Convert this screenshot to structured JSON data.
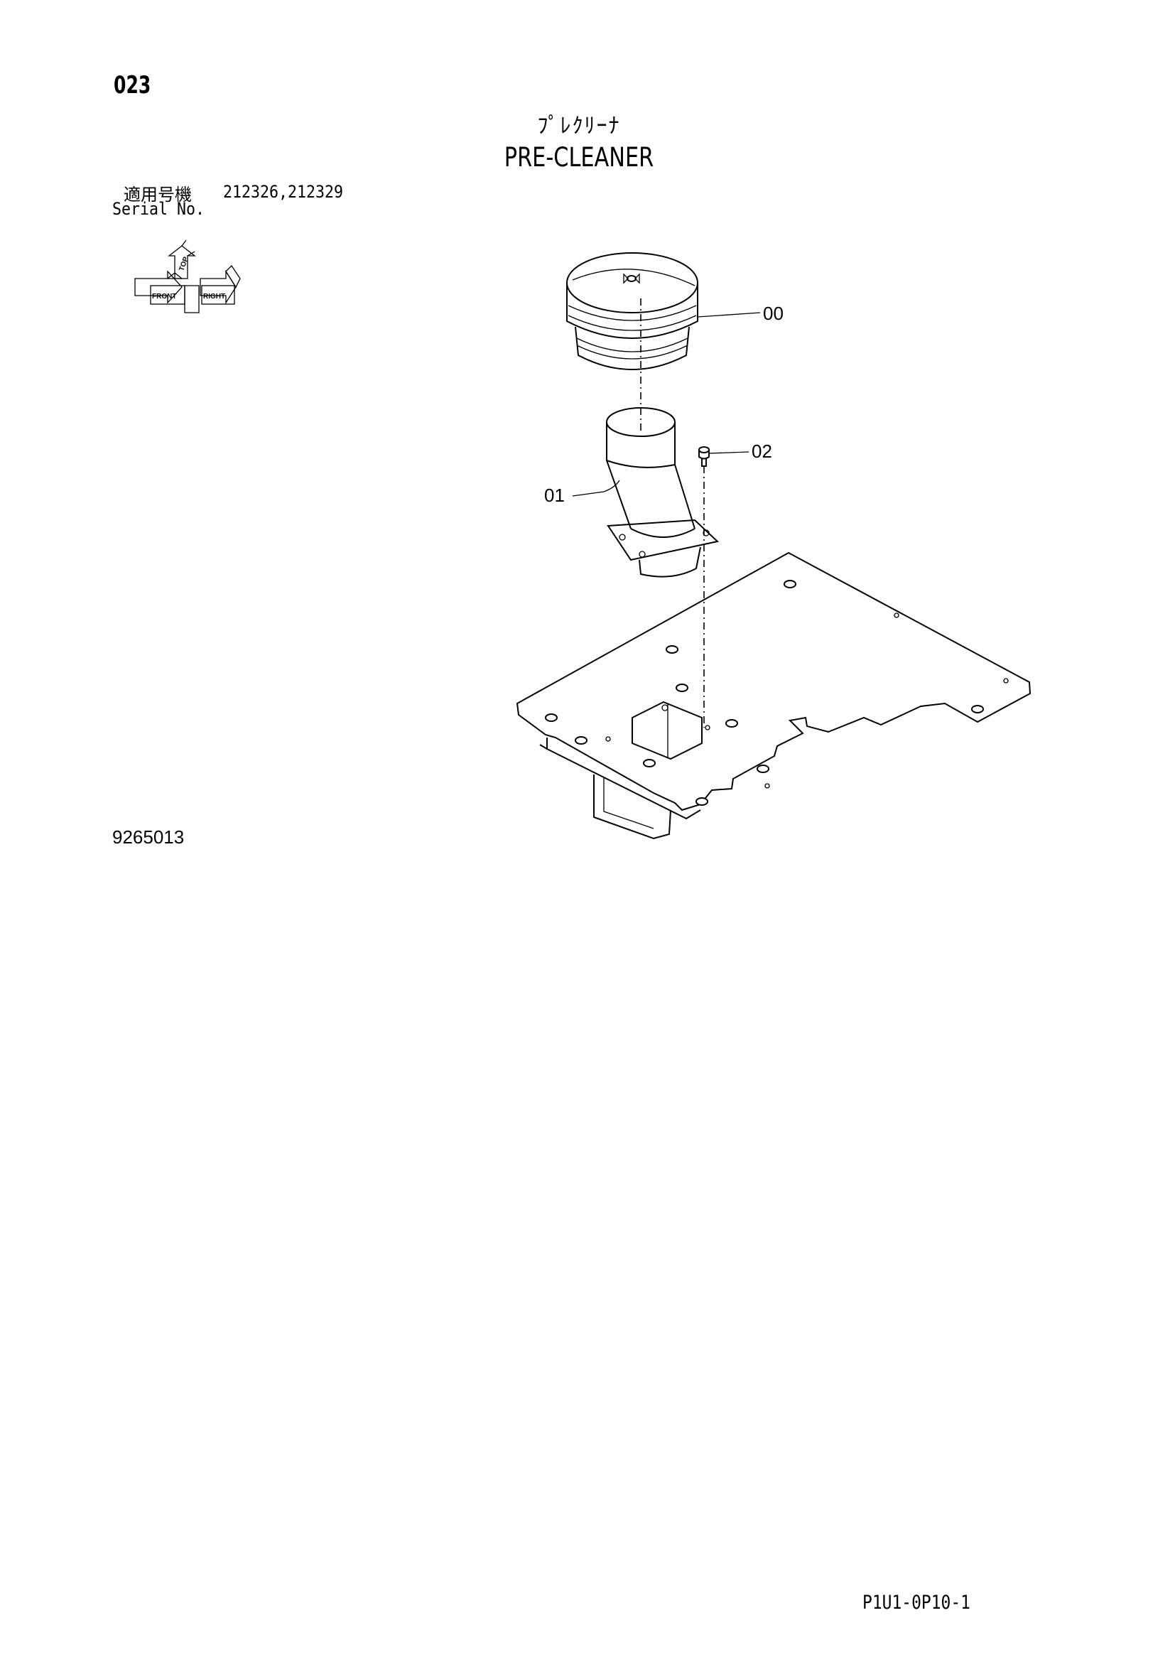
{
  "page": {
    "number": "023",
    "title_jp": "ﾌﾟﾚｸﾘｰﾅ",
    "title_en": "PRE-CLEANER",
    "serial_label_jp": "適用号機",
    "serial_values": "212326,212329",
    "serial_label_en": "Serial No.",
    "figure_number": "9265013",
    "page_code": "P1U1-0P10-1"
  },
  "orientation_icon": {
    "labels": [
      "FRONT",
      "RIGHT",
      "TOP"
    ]
  },
  "callouts": [
    {
      "id": "callout-00",
      "label": "00",
      "part": "pre-cleaner"
    },
    {
      "id": "callout-01",
      "label": "01",
      "part": "pipe"
    },
    {
      "id": "callout-02",
      "label": "02",
      "part": "bolt"
    }
  ]
}
